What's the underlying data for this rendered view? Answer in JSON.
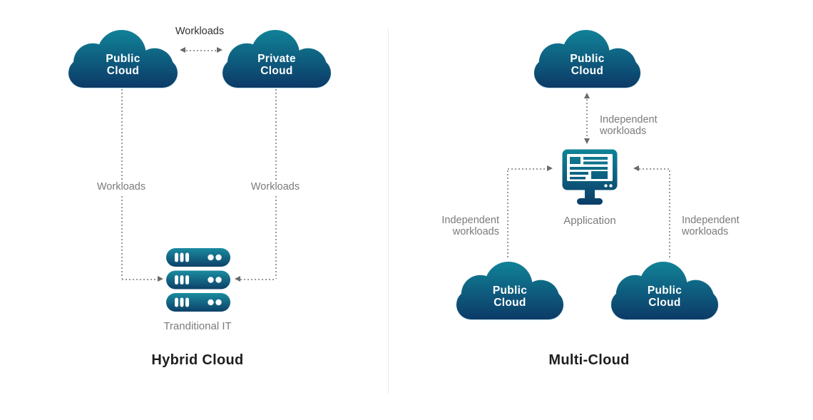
{
  "hybrid": {
    "title": "Hybrid Cloud",
    "top_arrow_label": "Workloads",
    "cloud_public": "Public\nCloud",
    "cloud_private": "Private\nCloud",
    "left_line_label": "Workloads",
    "right_line_label": "Workloads",
    "server_label": "Tranditional IT"
  },
  "multi": {
    "title": "Multi-Cloud",
    "cloud_top": "Public\nCloud",
    "cloud_bottom_left": "Public\nCloud",
    "cloud_bottom_right": "Public\nCloud",
    "top_arrow_label": "Independent\nworkloads",
    "left_line_label": "Independent\nworkloads",
    "right_line_label": "Independent\nworkloads",
    "application_label": "Application"
  },
  "icons": {
    "cloud": "cloud-icon",
    "server": "server-stack-icon",
    "application": "monitor-icon"
  },
  "colors": {
    "cloud_teal": "#11869A",
    "cloud_navy": "#0C3A67",
    "label_gray": "#7B7B7B",
    "text_dark": "#303030",
    "title_color": "#1E1E1E",
    "line_gray": "#9A9A9A",
    "arrow_gray": "#6A6A6A",
    "divider": "#ECECEC",
    "background": "#FFFFFF"
  }
}
